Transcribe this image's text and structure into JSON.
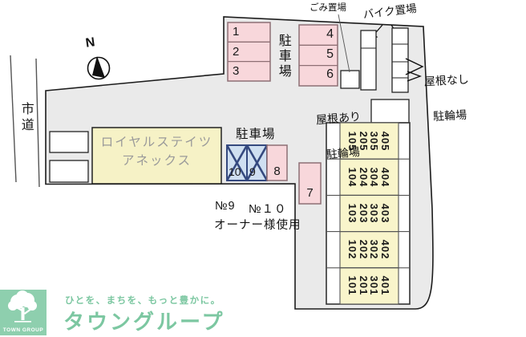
{
  "colors": {
    "site_gray": "#eaeaea",
    "stall_pink": "#f8d7db",
    "stall_blue": "#cfdff1",
    "x_navy": "#35497f",
    "building_yellow": "#f6f2c6",
    "logo_green": "#7cc7a1",
    "logo_square_green": "#8ecfae"
  },
  "road": {
    "label": "市道"
  },
  "compass": {
    "label": "N"
  },
  "annotations": {
    "garbage": "ごみ置場",
    "bike_storage": "バイク置場",
    "no_roof_line1": "屋根なし",
    "no_roof_line2": "駐輪場",
    "roof_line1": "屋根あり",
    "roof_line2": "駐輪場",
    "parking_lot_top": "駐車場",
    "parking_lot_mid": "駐車場",
    "owner_no9": "№9",
    "owner_no10": "№１０",
    "owner_usage": "オーナー様使用"
  },
  "building": {
    "name_line1": "ロイヤルステイツ",
    "name_line2": "アネックス"
  },
  "parking_stalls": {
    "s1": "1",
    "s2": "2",
    "s3": "3",
    "s4": "4",
    "s5": "5",
    "s6": "6",
    "s7": "7",
    "s8": "8",
    "s9": "9",
    "s10": "10"
  },
  "room_table": {
    "rows": [
      [
        "405",
        "305",
        "205",
        "105"
      ],
      [
        "404",
        "304",
        "204",
        "104"
      ],
      [
        "403",
        "303",
        "203",
        "103"
      ],
      [
        "402",
        "302",
        "202",
        "102"
      ],
      [
        "401",
        "301",
        "201",
        "101"
      ]
    ]
  },
  "footer": {
    "tagline": "ひとを、まちを、もっと豊かに。",
    "company": "タウングループ",
    "logo_text": "TOWN GROUP"
  }
}
